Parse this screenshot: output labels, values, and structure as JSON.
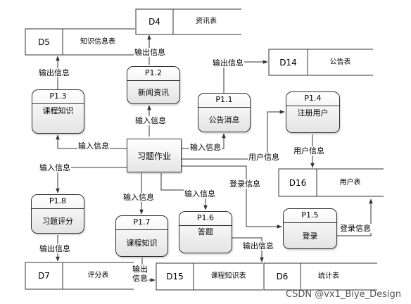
{
  "external": {
    "label": "习题作业"
  },
  "processes": {
    "p1_1": {
      "id": "P1.1",
      "name": "公告消息"
    },
    "p1_2": {
      "id": "P1.2",
      "name": "新闻资讯"
    },
    "p1_3": {
      "id": "P1.3",
      "name": "课程知识"
    },
    "p1_4": {
      "id": "P1.4",
      "name": "注册用户"
    },
    "p1_5": {
      "id": "P1.5",
      "name": "登录"
    },
    "p1_6": {
      "id": "P1.6",
      "name": "答题"
    },
    "p1_7": {
      "id": "P1.7",
      "name": "课程知识"
    },
    "p1_8": {
      "id": "P1.8",
      "name": "习题评分"
    }
  },
  "datastores": {
    "d4": {
      "id": "D4",
      "name": "资讯表"
    },
    "d5": {
      "id": "D5",
      "name": "知识信息表"
    },
    "d6": {
      "id": "D6",
      "name": "统计表"
    },
    "d7": {
      "id": "D7",
      "name": "评分表"
    },
    "d14": {
      "id": "D14",
      "name": "公告表"
    },
    "d15": {
      "id": "D15",
      "name": "课程知识表"
    },
    "d16": {
      "id": "D16",
      "name": "用户表"
    }
  },
  "flows": {
    "p12_out": "输出信息",
    "p13_out": "输出信息",
    "p11_out": "输出信息",
    "ext_to_p12": "输入信息",
    "ext_to_p13": "输入信息",
    "ext_to_p11": "输入信息",
    "ext_to_p14": "用户信息",
    "p14_out": "用户信息",
    "ext_to_p18": "输入信息",
    "ext_to_p17": "输入信息",
    "ext_to_p16": "输入信息",
    "ext_to_p15": "登录信息",
    "p15_out": "登录信息",
    "p18_out": "输出信息",
    "p16_out": "输出信息",
    "p17_out": "输出\n信息"
  },
  "watermark": "CSDN @vx1_Biye_Design"
}
